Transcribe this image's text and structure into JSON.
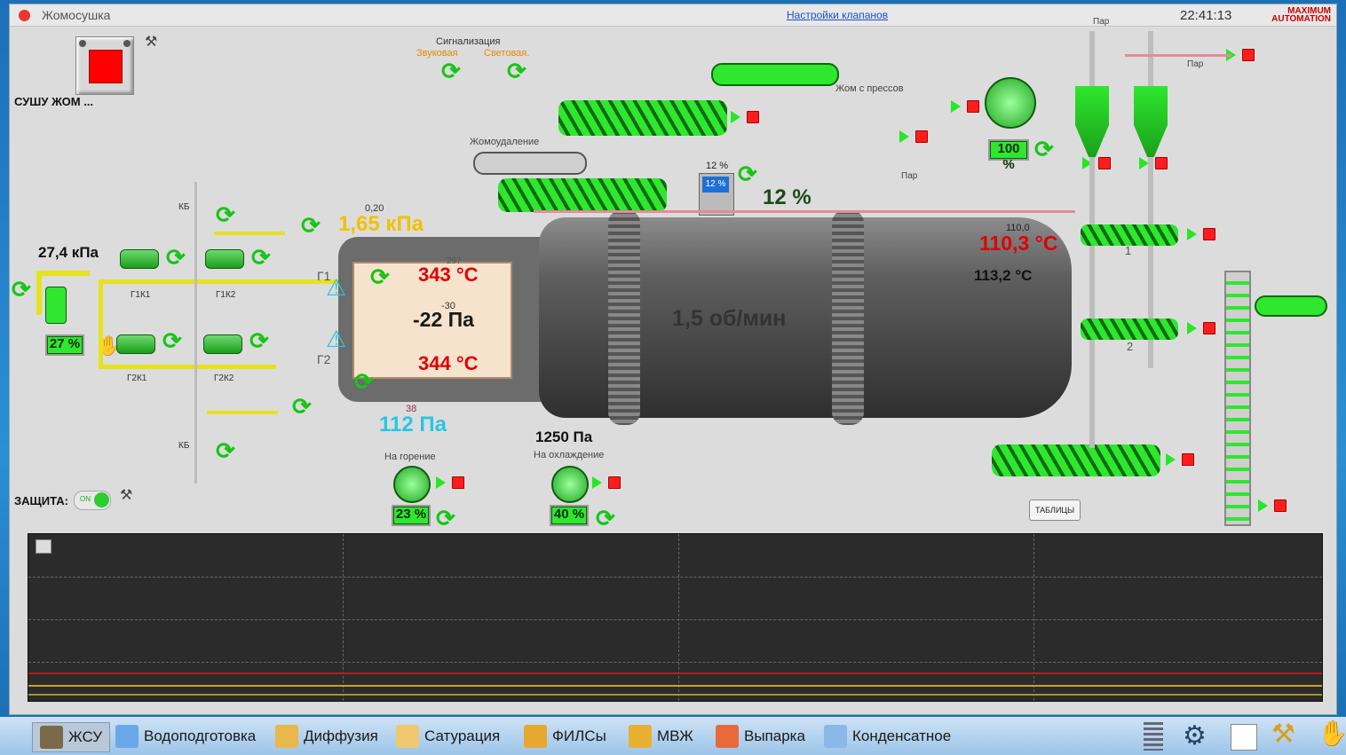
{
  "window": {
    "title": "Жомосушка",
    "settings_link": "Настройки клапанов",
    "clock": "22:41:13",
    "logo_text": "MAXIMUM AUTOMATION"
  },
  "controls": {
    "main_label": "СУШУ ЖОМ ...",
    "protection_label": "ЗАЩИТА:",
    "protection_toggle": "ON",
    "tables_button": "ТАБЛИЦЫ"
  },
  "signaling": {
    "title": "Сигнализация",
    "sound": "Звуковая",
    "light": "Световая."
  },
  "readings": {
    "left_pressure": "27,4 кПа",
    "left_valve_pct": "27 %",
    "furnace_top_small": "0,20",
    "furnace_pressure": "1,65 кПа",
    "furnace_pressure_sp": "297",
    "temp_g1": "343 °C",
    "pressure_mid_sp": "-30",
    "pressure_mid": "-22 Па",
    "temp_g2": "344 °C",
    "pressure_bottom_sp": "38",
    "pressure_bottom": "112 Па",
    "cooling_pressure": "1250 Па",
    "burner_fan_pct": "23 %",
    "cooling_fan_pct": "40 %",
    "drum_speed": "1,5 об/мин",
    "moisture_small": "12 %",
    "moisture_screen": "12 %",
    "moisture_big": "12 %",
    "outlet_temp_sp": "110,0",
    "outlet_temp": "110,3 °C",
    "outlet_temp2": "113,2 °C",
    "exhaust_fan_pct": "100 %"
  },
  "labels": {
    "kb1": "КБ",
    "kb2": "КБ",
    "g1": "Г1",
    "g2": "Г2",
    "g1k1": "Г1К1",
    "g1k2": "Г1К2",
    "g2k1": "Г2К1",
    "g2k2": "Г2К2",
    "pulp_removal": "Жомоудаление",
    "from_presses": "Жом с прессов",
    "to_burning": "На горение",
    "to_cooling": "На охлаждение",
    "steam1": "Пар",
    "steam2": "Пар",
    "steam3": "Пар",
    "cyclone1": "1",
    "cyclone2": "2"
  },
  "nav": {
    "items": [
      "ЖСУ",
      "Водоподготовка",
      "Диффузия",
      "Сатурация",
      "ФИЛСы",
      "МВЖ",
      "Выпарка",
      "Конденсатное"
    ]
  },
  "colors": {
    "red_value": "#e00000",
    "yellow_value": "#f0c200",
    "cyan_value": "#27c7e3",
    "equipment_green": "#2ee72e"
  }
}
